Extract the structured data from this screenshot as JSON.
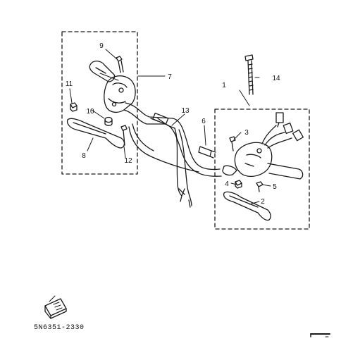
{
  "diagram": {
    "callouts": {
      "c1": "1",
      "c2": "2",
      "c3": "3",
      "c4": "4",
      "c5": "5",
      "c6": "6",
      "c7": "7",
      "c8": "8",
      "c9": "9",
      "c10": "10",
      "c11": "11",
      "c12": "12",
      "c13": "13",
      "c14": "14"
    },
    "reference_code": "5N6351-2330"
  }
}
